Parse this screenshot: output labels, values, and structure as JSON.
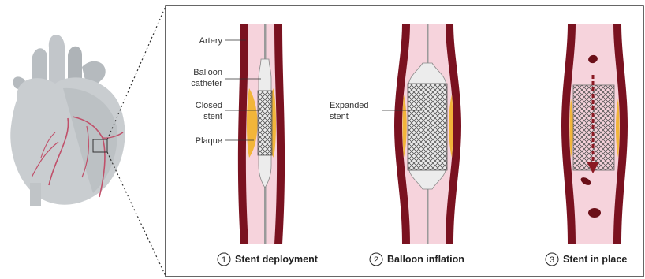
{
  "colors": {
    "vessel_wall": "#7a1220",
    "vessel_lumen": "#f6d3dc",
    "plaque": "#f2b53a",
    "balloon": "#ececec",
    "blood_cell": "#6b0f18",
    "arrow": "#8b1a24",
    "heart": "#c9cdd0",
    "coronary": "#c0506a"
  },
  "labels": {
    "artery": "Artery",
    "balloon_catheter_1": "Balloon",
    "balloon_catheter_2": "catheter",
    "closed_stent_1": "Closed",
    "closed_stent_2": "stent",
    "plaque": "Plaque",
    "expanded_stent_1": "Expanded",
    "expanded_stent_2": "stent"
  },
  "steps": [
    {
      "number": "1",
      "label": "Stent deployment"
    },
    {
      "number": "2",
      "label": "Balloon inflation"
    },
    {
      "number": "3",
      "label": "Stent in place"
    }
  ],
  "icons": [
    "heart-icon",
    "blood-cell-icon",
    "arrow-down-icon"
  ]
}
